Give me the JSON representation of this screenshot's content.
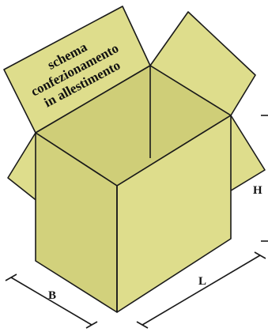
{
  "flap_text": {
    "line1": "schema",
    "line2": "confezionamento",
    "line3": "in allestimento"
  },
  "dimensions": {
    "width_label": "B",
    "length_label": "L",
    "height_label": "H"
  },
  "colors": {
    "box_fill": "#dedd8c",
    "box_shade": "#d2d17c",
    "inner": "#cfce78",
    "outline": "#1a1a1a"
  }
}
